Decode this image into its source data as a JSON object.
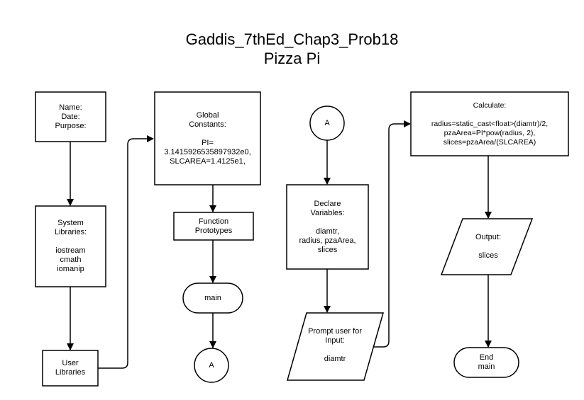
{
  "title": {
    "line1": "Gaddis_7thEd_Chap3_Prob18",
    "line2": "Pizza Pi"
  },
  "nodes": {
    "header": {
      "lines": [
        "Name:",
        "Date:",
        "Purpose:"
      ]
    },
    "system_libraries": {
      "title": [
        "System",
        "Libraries:"
      ],
      "items": [
        "iostream",
        "cmath",
        "iomanip"
      ]
    },
    "user_libraries": {
      "lines": [
        "User",
        "Libraries"
      ]
    },
    "global_constants": {
      "title": [
        "Global",
        "Constants:"
      ],
      "items": [
        "PI=",
        "3.1415926535897932e0,",
        "SLCAREA=1.4125e1,"
      ]
    },
    "function_prototypes": {
      "lines": [
        "Function",
        "Prototypes"
      ]
    },
    "main": {
      "label": "main"
    },
    "connector_a_out": {
      "label": "A"
    },
    "connector_a_in": {
      "label": "A"
    },
    "declare_variables": {
      "title": [
        "Declare",
        "Variables:"
      ],
      "items": [
        "diamtr,",
        "radius, pzaArea,",
        "slices"
      ]
    },
    "prompt_input": {
      "title": [
        "Prompt user for",
        "Input:"
      ],
      "items": [
        "diamtr"
      ]
    },
    "calculate": {
      "title": [
        "Calculate:"
      ],
      "items": [
        "radius=static_cast<float>(diamtr)/2,",
        "pzaArea=PI*pow(radius, 2),",
        "slices=pzaArea/(SLCAREA)"
      ]
    },
    "output": {
      "title": [
        "Output:"
      ],
      "items": [
        "slices"
      ]
    },
    "end_main": {
      "lines": [
        "End",
        "main"
      ]
    }
  }
}
